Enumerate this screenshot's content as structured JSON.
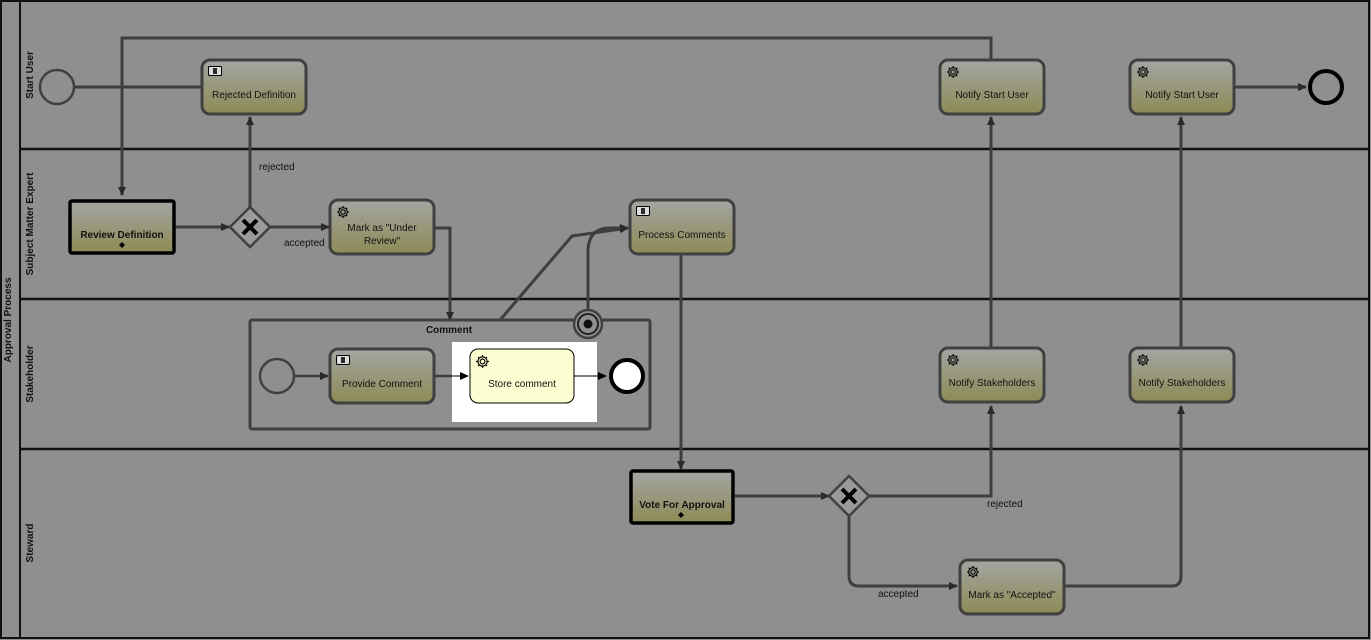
{
  "pool": {
    "label": "Approval Process"
  },
  "lanes": [
    {
      "id": "start-user",
      "label": "Start User"
    },
    {
      "id": "subject-matter-expert",
      "label": "Subject Matter Expert"
    },
    {
      "id": "stakeholder",
      "label": "Stakeholder"
    },
    {
      "id": "steward",
      "label": "Steward"
    }
  ],
  "tasks": {
    "rejected_definition": "Rejected Definition",
    "notify_start_user_1": "Notify Start User",
    "notify_start_user_2": "Notify Start User",
    "review_definition": "Review Definition",
    "mark_under_review_1": "Mark as \"Under",
    "mark_under_review_2": "Review\"",
    "process_comments": "Process Comments",
    "provide_comment": "Provide Comment",
    "store_comment": "Store comment",
    "notify_stakeholders_1": "Notify Stakeholders",
    "notify_stakeholders_2": "Notify Stakeholders",
    "vote_for_approval": "Vote For Approval",
    "mark_accepted": "Mark as \"Accepted\""
  },
  "subprocess": {
    "label": "Comment"
  },
  "edge_labels": {
    "rejected_1": "rejected",
    "accepted_1": "accepted",
    "rejected_2": "rejected",
    "accepted_2": "accepted"
  },
  "colors": {
    "background": "#8f8f8f",
    "task_fill_top": "#a3a5a3",
    "task_fill_bottom": "#8d8b55",
    "highlight_fill": "#fdfdd2",
    "line": "#404040",
    "lane_line": "#111111"
  },
  "icons": {
    "user_task": "user-task-icon",
    "service_task": "gear-icon"
  }
}
